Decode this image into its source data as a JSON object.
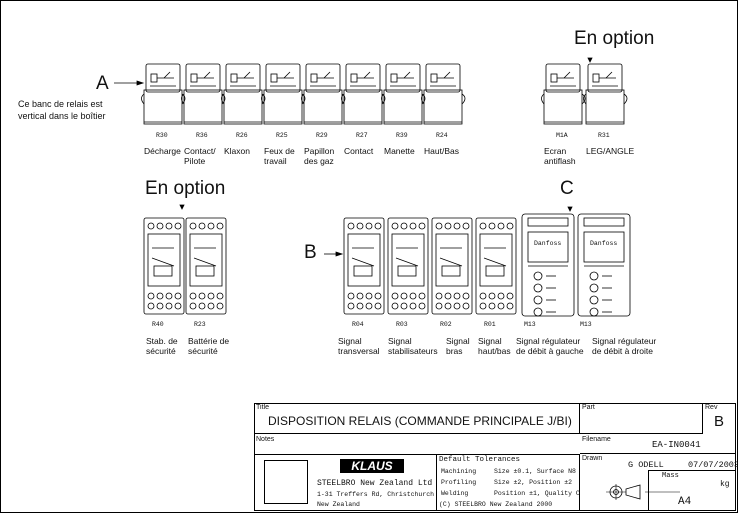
{
  "labels": {
    "A": "A",
    "A_note": "Ce banc de relais est\nvertical dans le boîtier",
    "B": "B",
    "C": "C",
    "en_option_top": "En option",
    "en_option_left": "En option"
  },
  "top_relays": [
    {
      "code": "R30",
      "label": "Décharge"
    },
    {
      "code": "R36",
      "label": "Contact/\nPilote"
    },
    {
      "code": "R26",
      "label": "Klaxon"
    },
    {
      "code": "R25",
      "label": "Feux de\ntravail"
    },
    {
      "code": "R29",
      "label": "Papillon\ndes gaz"
    },
    {
      "code": "R27",
      "label": "Contact"
    },
    {
      "code": "R39",
      "label": "Manette"
    },
    {
      "code": "R24",
      "label": "Haut/Bas"
    }
  ],
  "option_relays": [
    {
      "code": "M1A",
      "label": "Ecran\nantiflash"
    },
    {
      "code": "R31",
      "label": "LEG/ANGLE"
    }
  ],
  "left_modules": [
    {
      "code": "R40",
      "label": "Stab. de\nsécurité"
    },
    {
      "code": "R23",
      "label": "Battérie de\nsécurité"
    }
  ],
  "right_modules": [
    {
      "code": "R04",
      "label": "Signal\ntransversal"
    },
    {
      "code": "R03",
      "label": "Signal\nstabilisateurs"
    },
    {
      "code": "R02",
      "label": "Signal\nbras"
    },
    {
      "code": "R01",
      "label": "Signal\nhaut/bas"
    }
  ],
  "regulators": [
    {
      "code": "M13",
      "label": "Signal régulateur\nde débit à gauche",
      "brand": "Danfoss"
    },
    {
      "code": "M13",
      "label": "Signal régulateur\nde débit à droite",
      "brand": "Danfoss"
    }
  ],
  "title_block": {
    "title_label": "Title",
    "title": "DISPOSITION RELAIS (COMMANDE PRINCIPALE J/BI)",
    "part_label": "Part",
    "rev_label": "Rev",
    "rev": "B",
    "notes_label": "Notes",
    "filename_label": "Filename",
    "filename": "EA-IN0041",
    "logo": "KLAUS",
    "company": "STEELBRO New Zealand Ltd",
    "address1": "1-31 Treffers Rd, Christchurch",
    "address2": "New Zealand",
    "tolerances_heading": "Default Tolerances",
    "tol_rows": [
      {
        "name": "Machining",
        "value": "Size ±0.1, Surface N8"
      },
      {
        "name": "Profiling",
        "value": "Size ±2, Position ±2"
      },
      {
        "name": "Welding",
        "value": "Position ±1, Quality C"
      }
    ],
    "copyright": "(C) STEELBRO New Zealand 2000",
    "drawn_label": "Drawn",
    "drawn_by": "G ODELL",
    "drawn_date": "07/07/2003",
    "mass_label": "Mass",
    "mass_unit": "kg",
    "sheet": "A4"
  }
}
